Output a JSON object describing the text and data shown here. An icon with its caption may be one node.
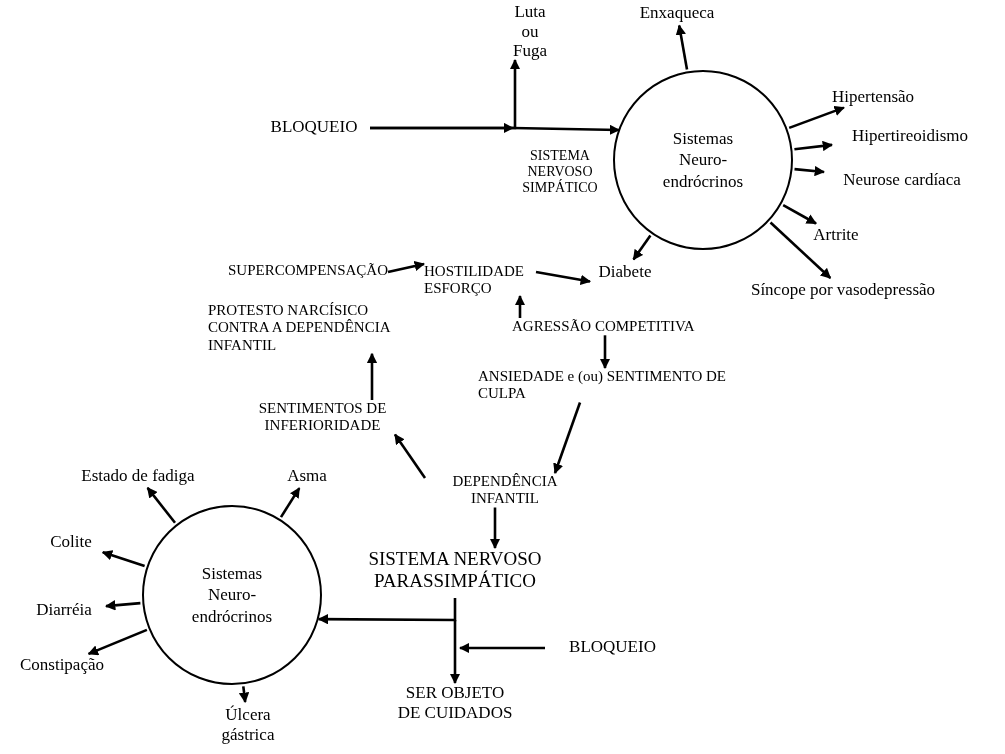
{
  "diagram": {
    "nodes": [
      {
        "text": [
          "Luta ou Fuga"
        ]
      },
      {
        "text": [
          "Enxaqueca"
        ]
      },
      {
        "text": [
          "Sistemas Neuro-endrócrinos"
        ]
      },
      {
        "text": [
          "BLOQUEIO"
        ]
      },
      {
        "text": [
          "Hipertensão"
        ]
      },
      {
        "text": [
          "Hipertireoidismo"
        ]
      },
      {
        "text": [
          "SISTEMA NERVOSO SIMPÁTICO"
        ]
      },
      {
        "text": [
          "Neurose cardíaca"
        ]
      },
      {
        "text": [
          "Artrite"
        ]
      },
      {
        "text": [
          "HOSTILIDADE ESFORÇO"
        ]
      },
      {
        "text": [
          "SUPERCOMPENSAÇÃO"
        ]
      },
      {
        "text": [
          "Diabete"
        ]
      },
      {
        "text": [
          "Síncope por vasodepressão"
        ]
      },
      {
        "text": [
          "PROTESTO NARCÍSICO CONTRA A DEPENDÊNCIA INFANTIL"
        ]
      },
      {
        "text": [
          "AGRESSÃO COMPETITIVA"
        ]
      },
      {
        "text": [
          "ANSIEDADE e (ou) SENTIMENTO DE CULPA"
        ]
      },
      {
        "text": [
          "SENTIMENTOS DE INFERIORIDADE"
        ]
      },
      {
        "text": [
          "Estado de fadiga"
        ]
      },
      {
        "text": [
          "Asma"
        ]
      },
      {
        "text": [
          "DEPENDÊNCIA INFANTIL"
        ]
      },
      {
        "text": [
          "Colite"
        ]
      },
      {
        "text": [
          "Sistemas Neuro-endrócrinos"
        ]
      },
      {
        "text": [
          "SISTEMA NERVOSO PARASSIMPÁTICO"
        ]
      },
      {
        "text": [
          "Diarréia"
        ]
      },
      {
        "text": [
          "BLOQUEIO"
        ]
      },
      {
        "text": [
          "Constipação"
        ]
      },
      {
        "text": [
          "Úlcera gástrica"
        ]
      },
      {
        "text": [
          "SER OBJETO DE CUIDADOS"
        ]
      }
    ],
    "edges": [
      {
        "from": 3,
        "to": 0,
        "arrow": "to"
      },
      {
        "from": 3,
        "to": 2,
        "arrow": "to"
      },
      {
        "from": 2,
        "to": 1,
        "arrow": "to"
      },
      {
        "from": 2,
        "to": 4,
        "arrow": "to"
      },
      {
        "from": 2,
        "to": 5,
        "arrow": "to"
      },
      {
        "from": 2,
        "to": 7,
        "arrow": "to"
      },
      {
        "from": 2,
        "to": 8,
        "arrow": "to"
      },
      {
        "from": 2,
        "to": 11,
        "arrow": "to"
      },
      {
        "from": 2,
        "to": 12,
        "arrow": "to"
      },
      {
        "from": 10,
        "to": 9,
        "arrow": "to"
      },
      {
        "from": 9,
        "to": 11,
        "arrow": "to"
      },
      {
        "from": 14,
        "to": 9,
        "arrow": "to"
      },
      {
        "from": 14,
        "to": 15,
        "arrow": "to"
      },
      {
        "from": 15,
        "to": 19,
        "arrow": "to"
      },
      {
        "from": 19,
        "to": 16,
        "arrow": "to"
      },
      {
        "from": 16,
        "to": 13,
        "arrow": "to"
      },
      {
        "from": 19,
        "to": 22,
        "arrow": "to"
      },
      {
        "from": 22,
        "to": 21,
        "arrow": "to"
      },
      {
        "from": 22,
        "to": 27,
        "arrow": "to"
      },
      {
        "from": 24,
        "to": 27,
        "arrow": "to"
      },
      {
        "from": 21,
        "to": 17,
        "arrow": "to"
      },
      {
        "from": 21,
        "to": 18,
        "arrow": "to"
      },
      {
        "from": 21,
        "to": 20,
        "arrow": "to"
      },
      {
        "from": 21,
        "to": 23,
        "arrow": "to"
      },
      {
        "from": 21,
        "to": 25,
        "arrow": "to"
      },
      {
        "from": 21,
        "to": 26,
        "arrow": "to"
      }
    ]
  }
}
